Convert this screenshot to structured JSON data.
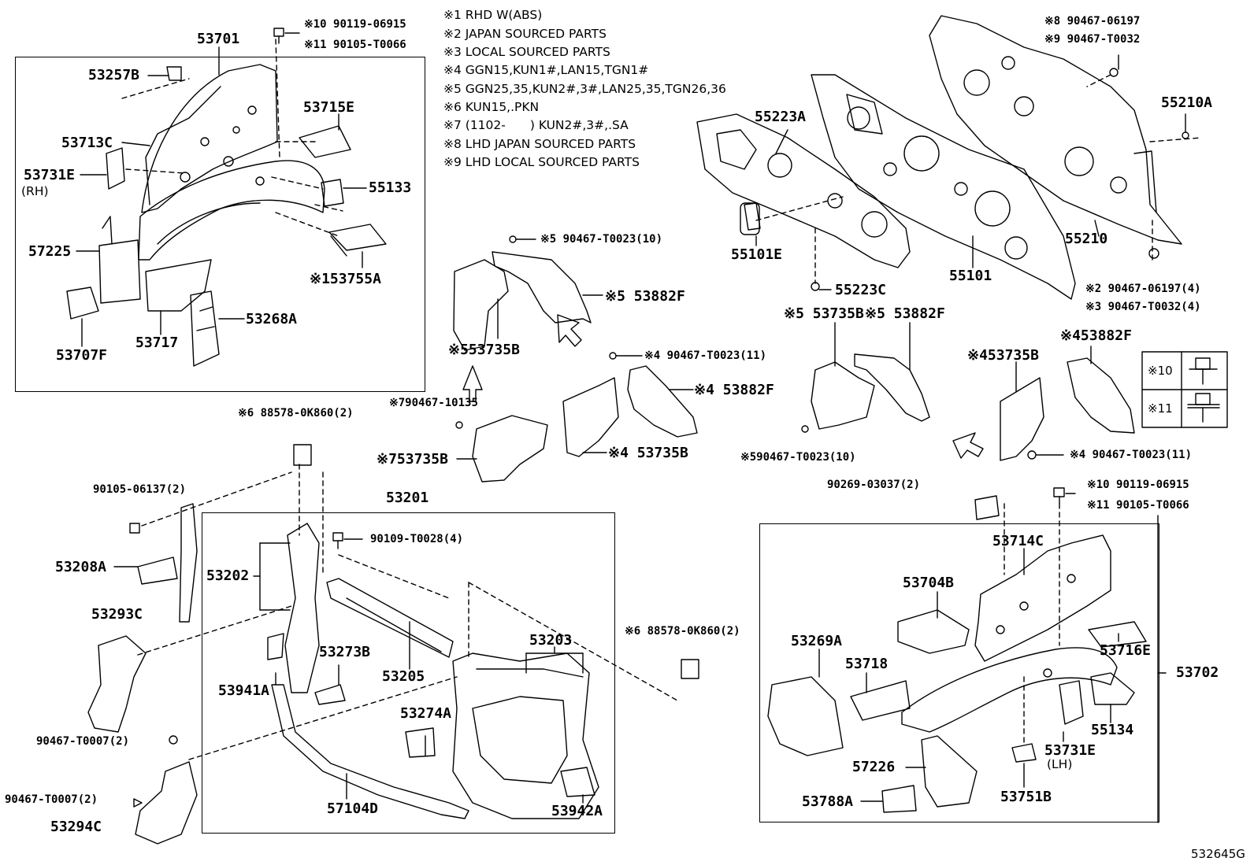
{
  "notes": [
    "※1 RHD W(ABS)",
    "※2 JAPAN SOURCED PARTS",
    "※3 LOCAL SOURCED PARTS",
    "※4 GGN15,KUN1#,LAN15,TGN1#",
    "※5 GGN25,35,KUN2#,3#,LAN25,35,TGN26,36",
    "※6 KUN15,.PKN",
    "※7 (1102-　　) KUN2#,3#,.SA",
    "※8 LHD JAPAN SOURCED PARTS",
    "※9 LHD LOCAL SOURCED PARTS"
  ],
  "labels": {
    "p53701": "53701",
    "p53257B": "53257B",
    "p53713C": "53713C",
    "p53731E_rh": "53731E",
    "rh": "(RH)",
    "p53715E": "53715E",
    "p55133": "55133",
    "p57225": "57225",
    "p53755A": "※153755A",
    "p53717": "53717",
    "p53268A": "53268A",
    "p53707F": "53707F",
    "bolt_top_left_a": "※10 90119-06915",
    "bolt_top_left_b": "※11 90105-T0066",
    "p55223A": "55223A",
    "p55101E": "55101E",
    "p55223C": "55223C",
    "p55101": "55101",
    "p55210": "55210",
    "p55210A": "55210A",
    "bolt_top_right_a": "※8 90467-06197",
    "bolt_top_right_b": "※9 90467-T0032",
    "bolt_55101_a": "※2 90467-06197(4)",
    "bolt_55101_b": "※3 90467-T0032(4)",
    "clip_5_top": "※5 90467-T0023(10)",
    "p53882F_5_left": "※5 53882F",
    "p53735B_5_left": "※553735B",
    "clip_4_mid": "※4 90467-T0023(11)",
    "clip_7": "※790467-10135",
    "p53882F_4_left": "※4 53882F",
    "p53735B_7": "※753735B",
    "p53735B_4_left": "※4 53735B",
    "p53735B_5_right": "※5 53735B",
    "p53882F_5_right": "※5 53882F",
    "clip_5_right": "※590467-T0023(10)",
    "p53735B_4_right": "※453735B",
    "p53882F_4_right": "※453882F",
    "clip_4_right": "※4 90467-T0023(11)",
    "legend_10": "※10",
    "legend_11": "※11",
    "p88578_left": "※6 88578-0K860(2)",
    "p88578_right": "※6 88578-0K860(2)",
    "p90105_06137": "90105-06137(2)",
    "p53208A": "53208A",
    "p53293C": "53293C",
    "p90467_T0007_a": "90467-T0007(2)",
    "p90467_T0007_b": "90467-T0007(2)",
    "p53294C": "53294C",
    "p53201": "53201",
    "p53202": "53202",
    "p90109_T0028": "90109-T0028(4)",
    "p53273B": "53273B",
    "p53205": "53205",
    "p53203": "53203",
    "p53941A": "53941A",
    "p53274A": "53274A",
    "p57104D": "57104D",
    "p53942A": "53942A",
    "p90269_03037": "90269-03037(2)",
    "bolt_right_a": "※10 90119-06915",
    "bolt_right_b": "※11 90105-T0066",
    "p53714C": "53714C",
    "p53704B": "53704B",
    "p53716E": "53716E",
    "p53702": "53702",
    "p53269A": "53269A",
    "p53718": "53718",
    "p55134": "55134",
    "p53731E_lh": "53731E",
    "lh": "(LH)",
    "p57226": "57226",
    "p53788A": "53788A",
    "p53751B": "53751B",
    "figure_id": "532645G"
  }
}
